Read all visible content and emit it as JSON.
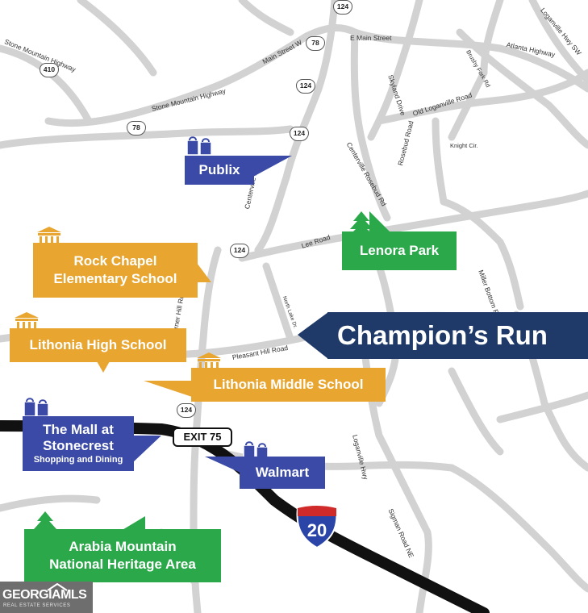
{
  "map": {
    "title": "",
    "colors": {
      "road": "#d2d2d2",
      "interstate": "#111111",
      "publix": "#3a4aa6",
      "school": "#e8a631",
      "park": "#2aa84a",
      "community": "#1f3a68"
    },
    "road_labels": {
      "stone_mountain_hwy_nw": "Stone Mountain Highway",
      "stone_mountain_hwy": "Stone Mountain Highway",
      "main_street_w": "Main Street W",
      "e_main_street": "E Main Street",
      "atlanta_highway": "Atlanta Highway",
      "loganville_hwy_sw": "Loganville Hwy SW",
      "brushy_fork_rd": "Brushy Fork Rd",
      "skyland_drive": "Skyland Drive",
      "old_loganville_road": "Old Loganville Road",
      "rosebud_road": "Rosebud Road",
      "knight_cir": "Knight Cir.",
      "centerville_rosebud_rd": "Centerville Rosebud Rd",
      "centerville_hwy": "Centerville Hwy",
      "lee_road": "Lee Road",
      "miller_bottom_road": "Miller Bottom Road",
      "north_lake_dr": "North Lake Dr.",
      "turner_hill_road": "Turner Hill Road",
      "pleasant_hill_road": "Pleasant Hill Road",
      "loganville_hwy": "Loganville Hwy",
      "sigman_road_ne": "Sigman Road NE"
    },
    "shields": {
      "s124_top": "124",
      "s78_top": "78",
      "s124_b": "124",
      "s124_c": "124",
      "s410": "410",
      "s78_left": "78",
      "s124_d": "124",
      "s124_e": "124"
    },
    "exit_sign": "EXIT 75",
    "interstate": "20",
    "places": {
      "publix": "Publix",
      "rock_chapel_line1": "Rock Chapel",
      "rock_chapel_line2": "Elementary School",
      "lenora_park": "Lenora Park",
      "champions_run": "Champion’s Run",
      "lithonia_high": "Lithonia High School",
      "lithonia_middle": "Lithonia Middle School",
      "mall_line1": "The Mall at",
      "mall_line2": "Stonecrest",
      "mall_line3": "Shopping and Dining",
      "walmart": "Walmart",
      "arabia_line1": "Arabia Mountain",
      "arabia_line2": "National Heritage Area"
    },
    "icons": [
      "shopping-bag-icon",
      "school-building-icon",
      "tree-icon"
    ],
    "logo": {
      "main": "GEORGIAMLS",
      "sub": "REAL ESTATE SERVICES"
    }
  }
}
